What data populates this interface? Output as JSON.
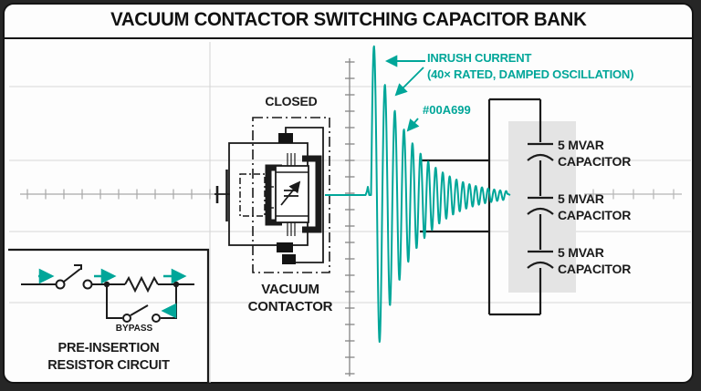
{
  "title": "VACUUM CONTACTOR SWITCHING CAPACITOR BANK",
  "colors": {
    "accent": "#00A699",
    "ink": "#1b1b1b",
    "panel": "#e4e4e4",
    "grid": "#d6d6d6"
  },
  "contactor": {
    "state": "CLOSED",
    "name_line1": "VACUUM",
    "name_line2": "CONTACTOR"
  },
  "waveform_annotation": {
    "line1": "INRUSH CURRENT",
    "line2": "(40× RATED, DAMPED OSCILLATION)",
    "color_hex": "#00A699"
  },
  "capacitor_bank": {
    "units": [
      {
        "line1": "5 MVAR",
        "line2": "CAPACITOR"
      },
      {
        "line1": "5 MVAR",
        "line2": "CAPACITOR"
      },
      {
        "line1": "5 MVAR",
        "line2": "CAPACITOR"
      }
    ]
  },
  "inset": {
    "switch_label": "BYPASS",
    "title_line1": "PRE-INSERTION",
    "title_line2": "RESISTOR CIRCUIT"
  },
  "waveform": {
    "type": "damped-oscillation",
    "peak_multiple_of_rated": 40
  }
}
